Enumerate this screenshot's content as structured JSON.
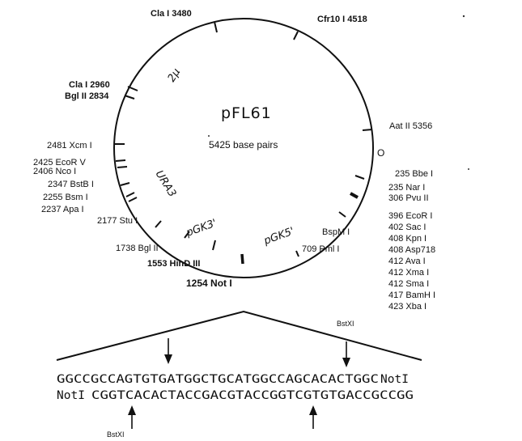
{
  "plasmid": {
    "name": "pFL61",
    "size_label": "5425 base pairs",
    "origin_label": "O"
  },
  "regions": {
    "two_micron": "2µ",
    "ura3": "URA3",
    "pgk3": "pGK3'",
    "pgk5": "pGK5'"
  },
  "sites": {
    "cla1_3480": "Cla I  3480",
    "cfr10_4518": "Cfr10 I  4518",
    "cla1_2960": "Cla I  2960",
    "bgl2_2834": "Bgl II  2834",
    "aat2_5356": "Aat II  5356",
    "xcm1_2481": "2481  Xcm I",
    "ecorv_2425": "2425  EcoR V",
    "nco1_2406": "2406  Nco I",
    "bstb1_2347": "2347  BstB I",
    "bsm1_2255": "2255  Bsm I",
    "apa1_2237": "2237  Apa I",
    "stu1_2177": "2177  Stu I",
    "bgl2_1738": "1738  Bgl II",
    "hind3_1553": "1553  HinD III",
    "not1_1254": "1254  Not I",
    "bbe1_235": "235  Bbe I",
    "nar1_235": "235  Nar I",
    "pvu2_306": "306  Pvu II",
    "bspm1": "BspM I",
    "pml1_709": "709  Pml I"
  },
  "mcs_list": [
    "396  EcoR I",
    "402  Sac I",
    "408  Kpn I",
    "408  Asp718",
    "412  Ava I",
    "412  Xma I",
    "412  Sma I",
    "417  BamH I",
    "423  Xba I"
  ],
  "sequence": {
    "top": "GGCCGCCAGTGTGATGGCTGCATGGCCAGCACACTGGC",
    "top_suffix": "NotI",
    "bottom_prefix": "NotI",
    "bottom": "CGGTCACACTACCGACGTACCGGTCGTGTGACCGCCGG",
    "bstxi_top": "BstXI",
    "bstxi_bottom": "BstXI"
  }
}
